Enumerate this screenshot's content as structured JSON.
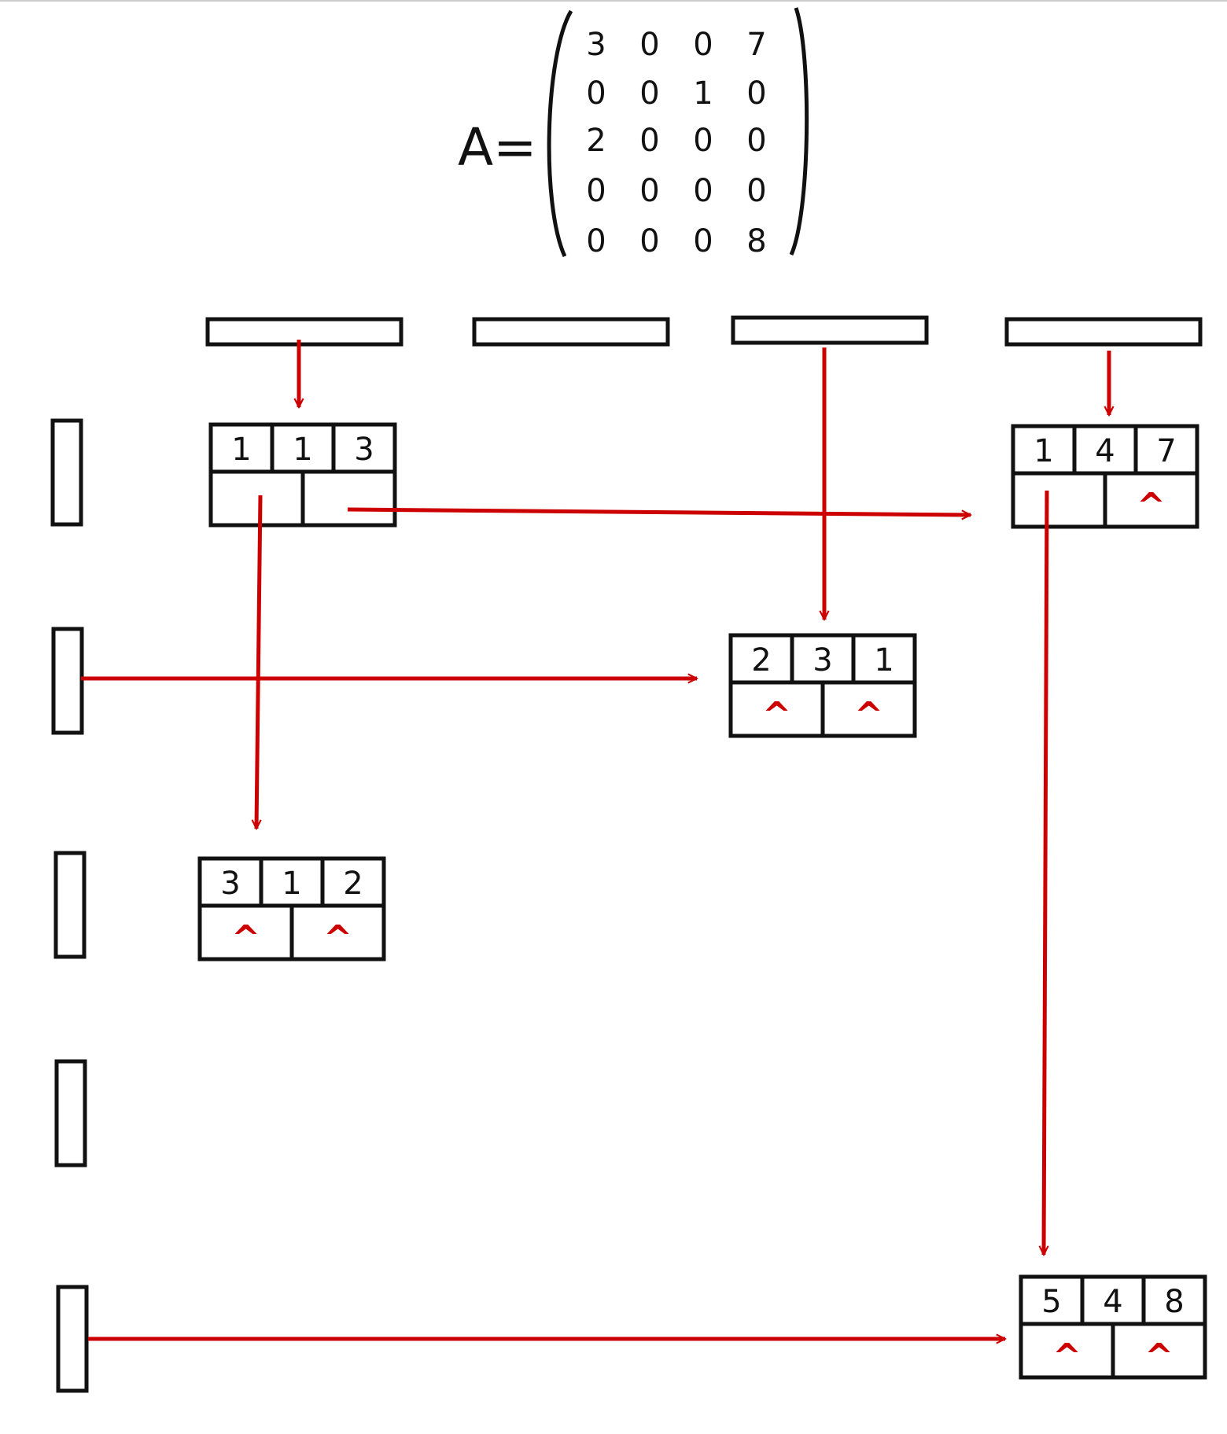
{
  "colors": {
    "ink": "#111111",
    "arrow": "#cc0000",
    "paper": "#ffffff"
  },
  "matrix": {
    "label": "A=",
    "rows": [
      [
        "3",
        "0",
        "0",
        "7"
      ],
      [
        "0",
        "0",
        "1",
        "0"
      ],
      [
        "2",
        "0",
        "0",
        "0"
      ],
      [
        "0",
        "0",
        "0",
        "0"
      ],
      [
        "0",
        "0",
        "0",
        "8"
      ]
    ]
  },
  "column_heads": 4,
  "row_heads": 5,
  "nodes": [
    {
      "id": "n113",
      "row": "1",
      "col": "1",
      "value": "3",
      "right_null": false,
      "down_null": false
    },
    {
      "id": "n147",
      "row": "1",
      "col": "4",
      "value": "7",
      "right_null": true,
      "down_null": false
    },
    {
      "id": "n231",
      "row": "2",
      "col": "3",
      "value": "1",
      "right_null": true,
      "down_null": true
    },
    {
      "id": "n312",
      "row": "3",
      "col": "1",
      "value": "2",
      "right_null": true,
      "down_null": true
    },
    {
      "id": "n548",
      "row": "5",
      "col": "4",
      "value": "8",
      "right_null": true,
      "down_null": true
    }
  ],
  "null_glyph": "^"
}
